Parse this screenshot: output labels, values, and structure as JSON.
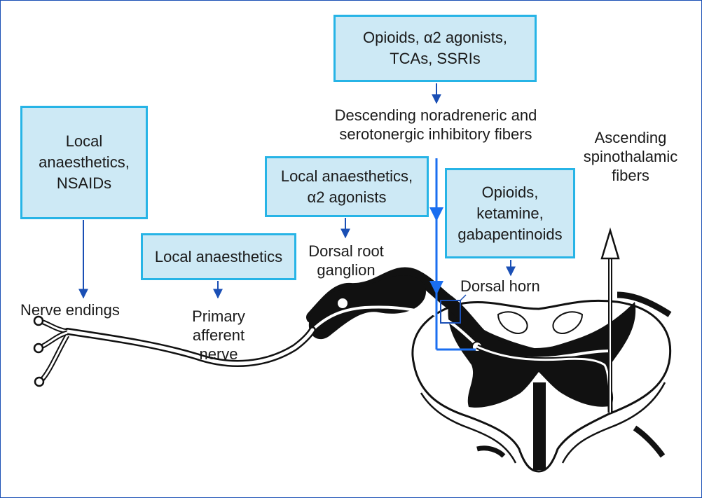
{
  "colors": {
    "frame": "#1a4fb5",
    "box_fill": "#cde9f5",
    "box_border": "#27b4e6",
    "arrow": "#1a4fb5",
    "pathway": "#1a6ef0"
  },
  "boxes": {
    "top": {
      "lines": [
        "Opioids, α2 agonists,",
        "TCAs, SSRIs"
      ]
    },
    "left": {
      "lines": [
        "Local",
        "anaesthetics,",
        "NSAIDs"
      ]
    },
    "primary": {
      "lines": [
        "Local anaesthetics"
      ]
    },
    "drg": {
      "lines": [
        "Local anaesthetics,",
        "α2 agonists"
      ]
    },
    "dorsal_horn": {
      "lines": [
        "Opioids,",
        "ketamine,",
        "gabapentinoids"
      ]
    }
  },
  "labels": {
    "descending": [
      "Descending noradreneric and",
      "serotonergic inhibitory fibers"
    ],
    "ascending": [
      "Ascending",
      "spinothalamic",
      "fibers"
    ],
    "drg": [
      "Dorsal root",
      "ganglion"
    ],
    "dorsal_horn": [
      "Dorsal horn"
    ],
    "nerve_endings": [
      "Nerve endings"
    ],
    "primary_afferent": [
      "Primary",
      "afferent",
      "nerve"
    ]
  }
}
